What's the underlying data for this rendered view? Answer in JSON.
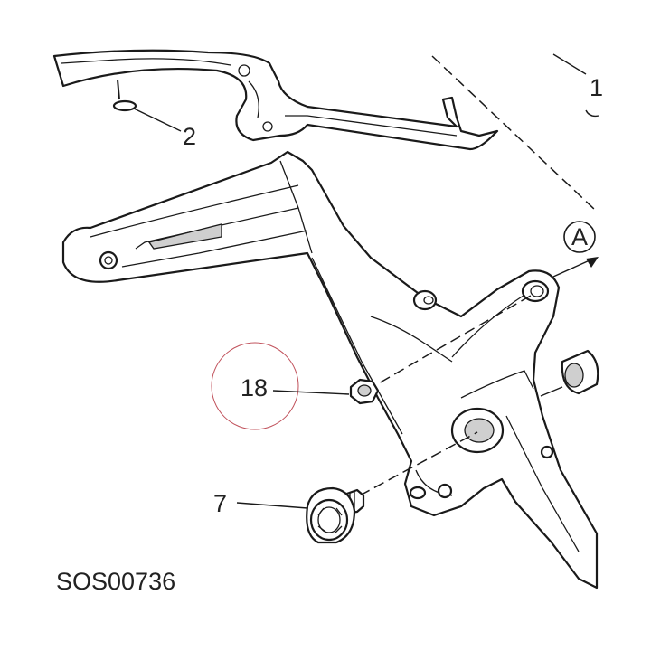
{
  "callouts": {
    "c1": "1",
    "c2": "2",
    "c7": "7",
    "c18": "18",
    "view_a": "A"
  },
  "drawing_code": "SOS00736",
  "colors": {
    "highlight_circle": "#c0505a",
    "line": "#1a1a1a"
  }
}
